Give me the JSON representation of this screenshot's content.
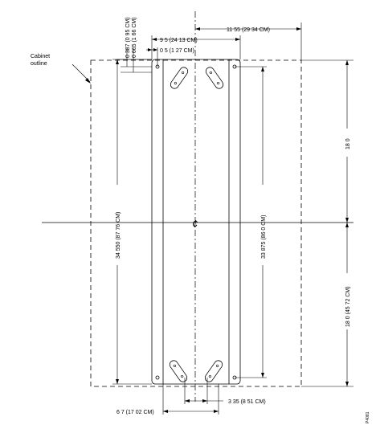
{
  "labels": {
    "cabinet_outline_1": "Cabinet",
    "cabinet_outline_2": "outline",
    "dim_top_outer": "11 55 (29 34 CM)",
    "dim_top_inner": "9 5 (24 13 CM)",
    "dim_small_offset": "0 5 (1 27 CM)",
    "dim_v_337": "0 387 (0 95 CM)",
    "dim_v_665": "0 665 (1 66 CM)",
    "dim_right_top": "18 0",
    "dim_right_bottom": "18 0 (45 72 CM)",
    "dim_left_height": "34 550 (87 76 CM)",
    "dim_inner_height": "33 875 (86 0 CM)",
    "dim_bottom_slot": "3 35 (8 51 CM)",
    "dim_bottom_width": "6 7 (17 02 CM)",
    "centerline_symbol": "¢",
    "figure_id": "P4081"
  }
}
